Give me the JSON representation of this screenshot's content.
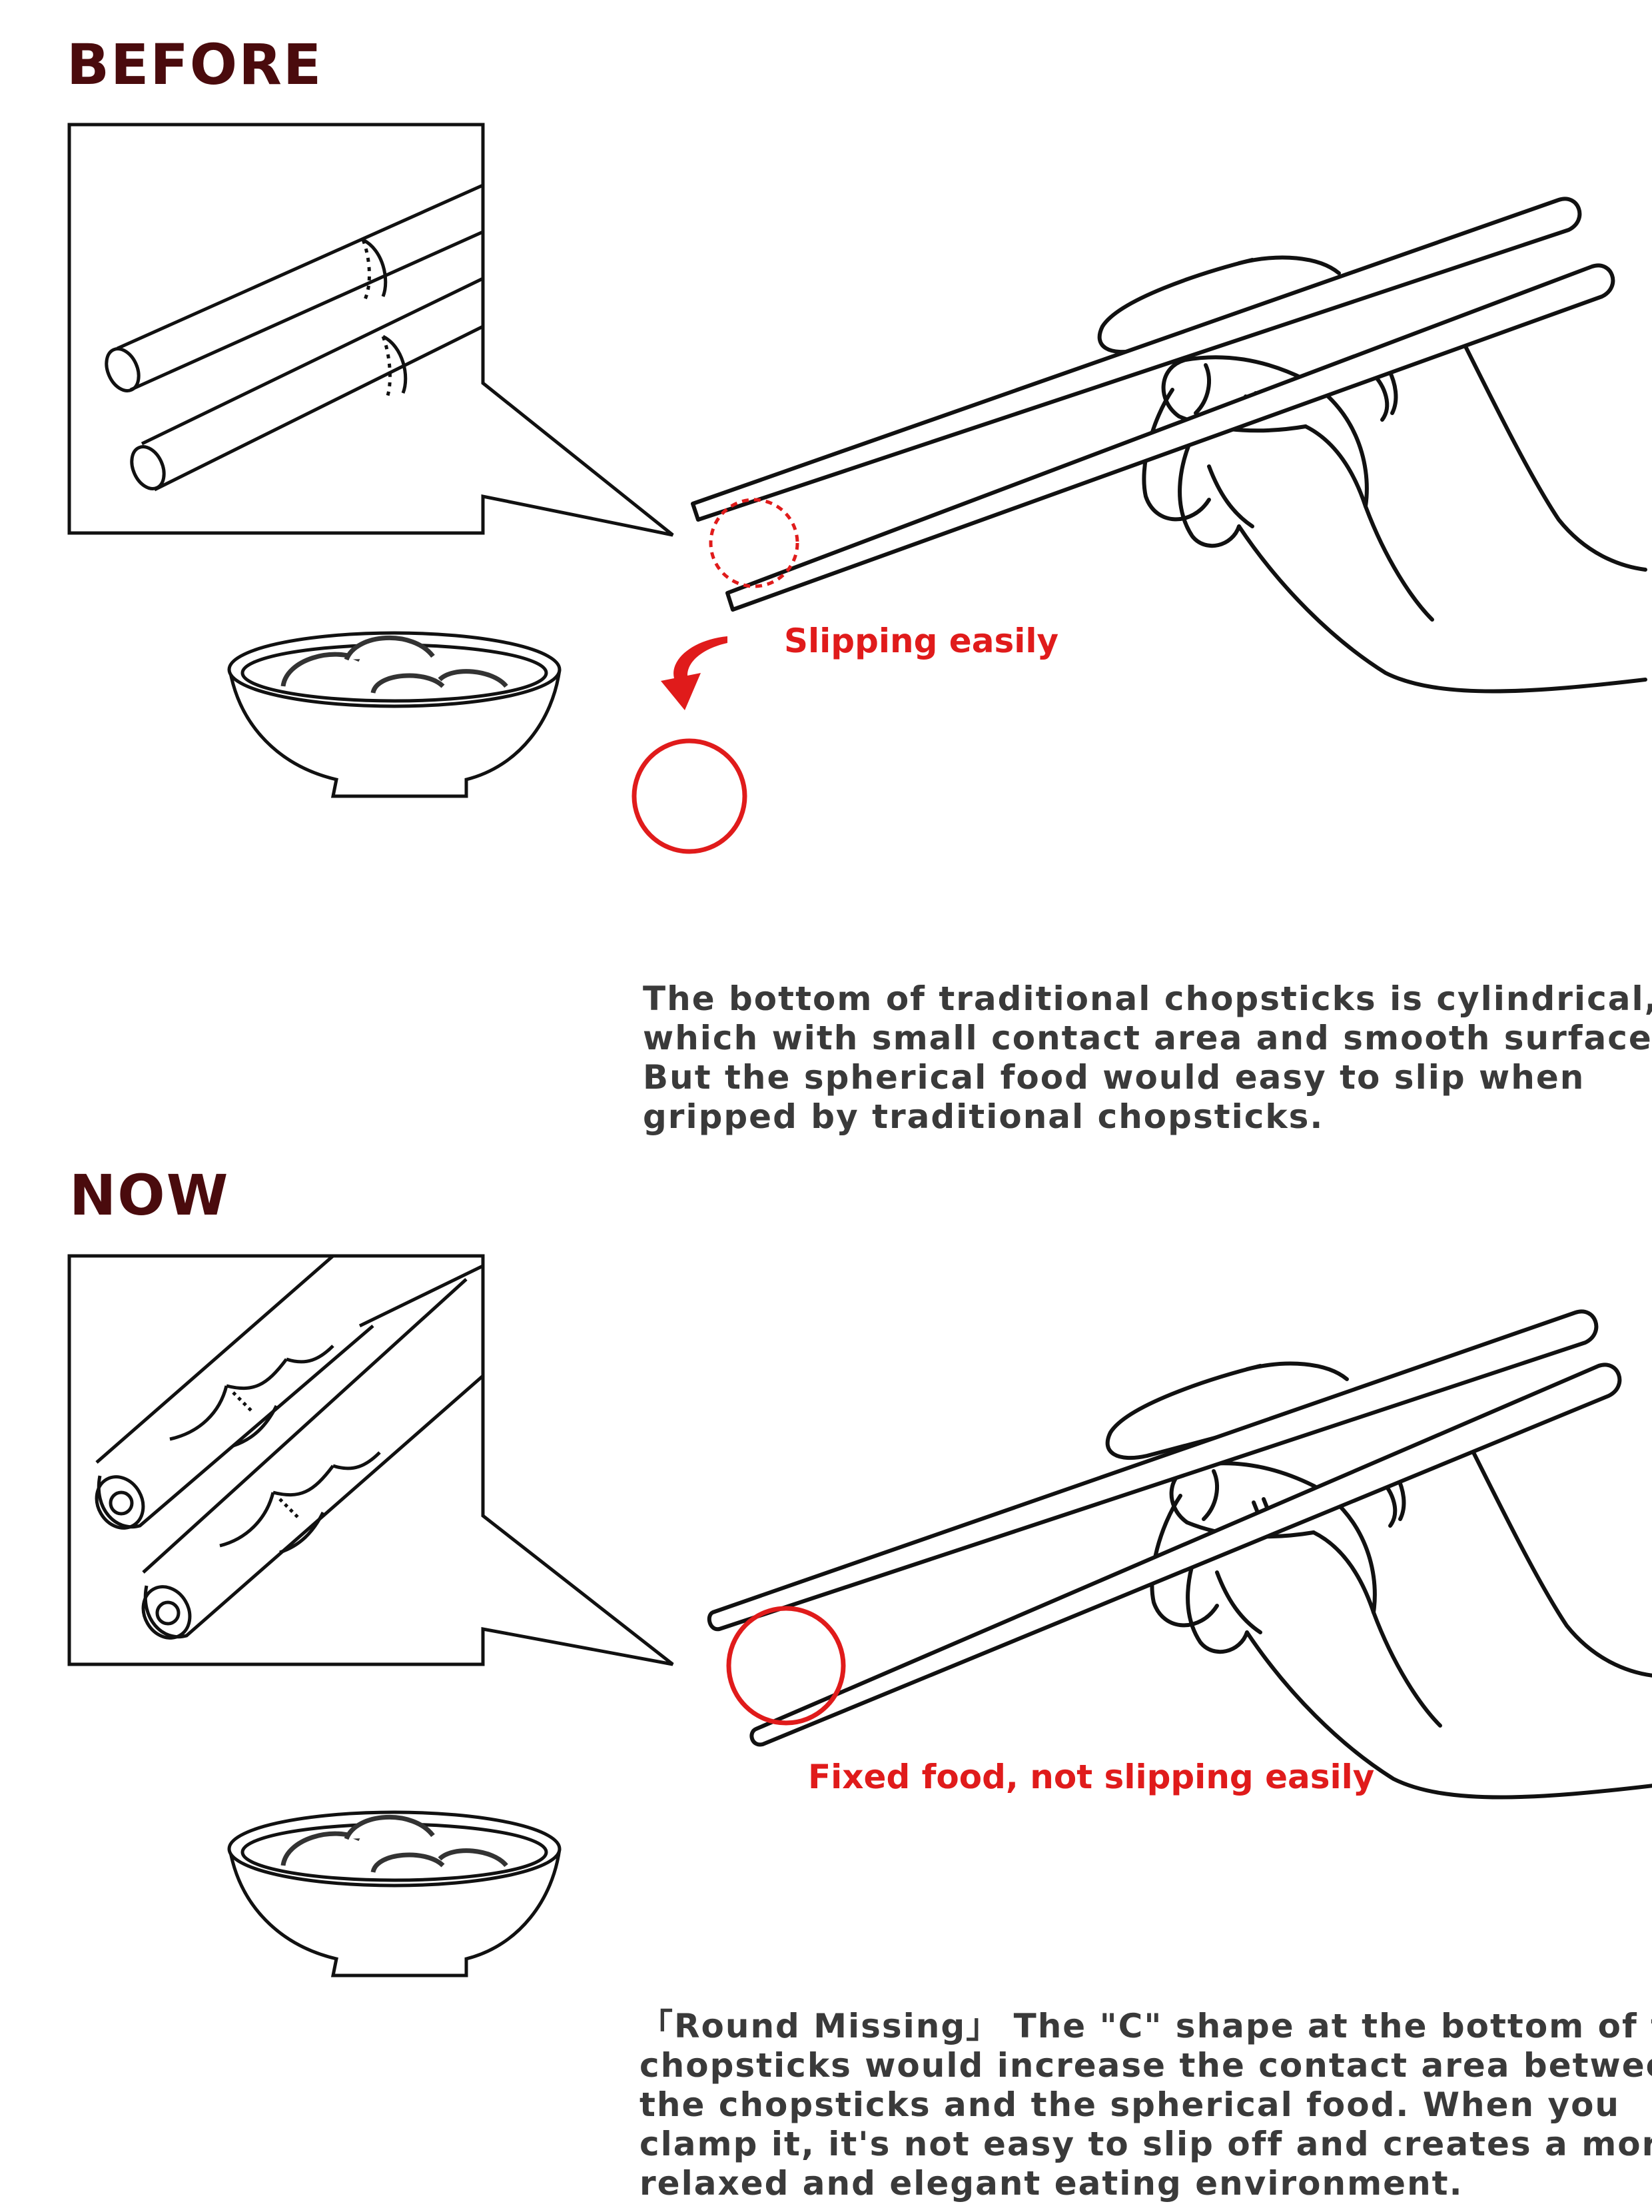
{
  "sections": [
    {
      "heading": "BEFORE",
      "callout": "Slipping easily",
      "description_lines": [
        "The bottom of traditional chopsticks is cylindrical,",
        "which with small contact area and smooth surface.",
        "But the spherical food would easy to slip when",
        "gripped by traditional chopsticks."
      ]
    },
    {
      "heading": "NOW",
      "callout": "Fixed food, not slipping easily",
      "description_lines": [
        "「Round Missing」 The \"C\" shape at the bottom of the",
        "chopsticks would increase the contact area between",
        "the chopsticks and the spherical food. When you",
        "clamp it, it's not easy to slip off and creates a more",
        "relaxed and elegant eating environment."
      ]
    }
  ],
  "colors": {
    "heading": "#4a0b0d",
    "highlight": "#e01b1b",
    "body_text": "#3a3a3a",
    "line_art": "#111111"
  },
  "icons": [
    "chopsticks-detail-icon",
    "hand-holding-chopsticks-icon",
    "bowl-icon",
    "food-ball-icon",
    "drop-arrow-icon"
  ]
}
